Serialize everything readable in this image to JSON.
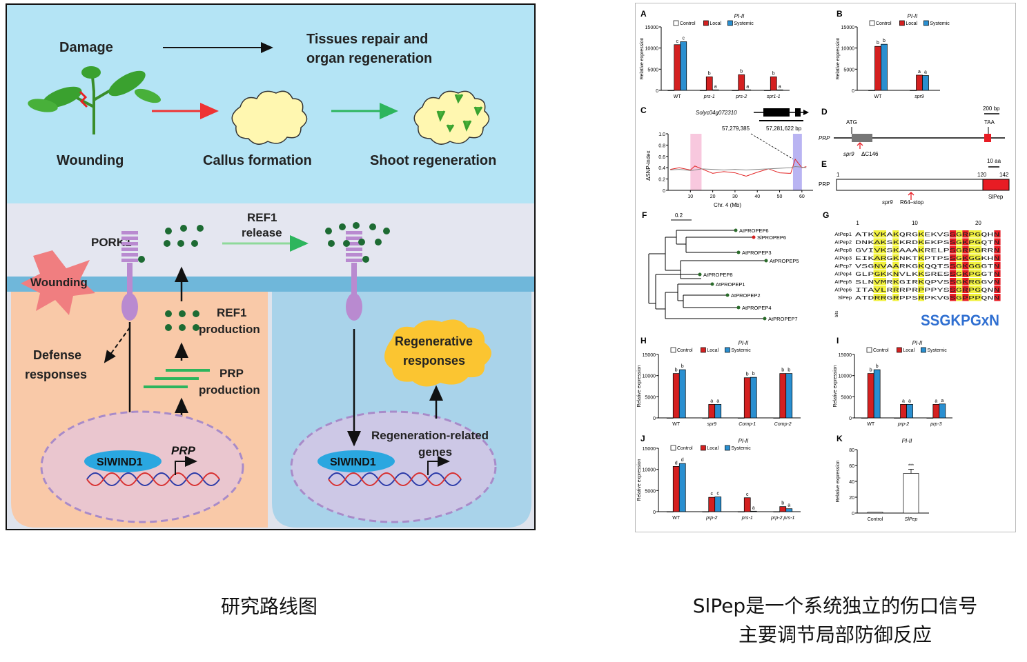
{
  "left_diagram": {
    "labels": {
      "damage": "Damage",
      "tissues_repair_line1": "Tissues repair and",
      "tissues_repair_line2": "organ regeneration",
      "wounding_stage": "Wounding",
      "callus_formation": "Callus formation",
      "shoot_regeneration": "Shoot regeneration",
      "ref1_release_line1": "REF1",
      "ref1_release_line2": "release",
      "pork1": "PORK1",
      "wounding_star": "Wounding",
      "ref1_production_line1": "REF1",
      "ref1_production_line2": "production",
      "defense_line1": "Defense",
      "defense_line2": "responses",
      "prp_production_line1": "PRP",
      "prp_production_line2": "production",
      "regenerative_line1": "Regenerative",
      "regenerative_line2": "responses",
      "regen_genes_line1": "Regeneration-related",
      "regen_genes_line2": "genes",
      "slwind1_left": "SlWIND1",
      "slwind1_right": "SlWIND1",
      "prp_gene": "PRP"
    },
    "colors": {
      "top_bg": "#b4e4f5",
      "left_cell": "#f9c9a8",
      "right_cell": "#a9d3ea",
      "membrane": "#6fb7da",
      "dot": "#1d6b33"
    }
  },
  "right_figure": {
    "panels": {
      "A": {
        "letter": "A",
        "chart_data": {
          "type": "bar",
          "title": "PI-II",
          "ylabel": "Relative expression",
          "ylim": [
            0,
            15000
          ],
          "yticks": [
            "15000",
            "10000",
            "5000",
            "0"
          ],
          "categories": [
            "WT",
            "prs-1",
            "prs-2",
            "spr1-1"
          ],
          "series": [
            {
              "name": "Control",
              "values": [
                0,
                0,
                0,
                0
              ]
            },
            {
              "name": "Local",
              "values": [
                10800,
                3200,
                3700,
                3200
              ]
            },
            {
              "name": "Systemic",
              "values": [
                11500,
                120,
                120,
                120
              ]
            }
          ],
          "letters": [
            [
              "c",
              "c"
            ],
            [
              "b",
              "a"
            ],
            [
              "b",
              "a"
            ],
            [
              "b",
              "a"
            ]
          ]
        }
      },
      "B": {
        "letter": "B",
        "chart_data": {
          "type": "bar",
          "title": "PI-II",
          "ylabel": "Relative expression",
          "ylim": [
            0,
            15000
          ],
          "yticks": [
            "15000",
            "10000",
            "5000",
            "0"
          ],
          "categories": [
            "WT",
            "spr9"
          ],
          "series": [
            {
              "name": "Control",
              "values": [
                0,
                0
              ]
            },
            {
              "name": "Local",
              "values": [
                10400,
                3600
              ]
            },
            {
              "name": "Systemic",
              "values": [
                10900,
                3500
              ]
            }
          ],
          "letters": [
            [
              "b",
              "b"
            ],
            [
              "a",
              "a"
            ]
          ]
        }
      },
      "C": {
        "letter": "C",
        "gene": "Solyc04g072310",
        "coord_left": "57,279,385",
        "coord_right": "57,281,622 bp",
        "ylabel": "ΔSNP-index",
        "xlabel": "Chr. 4 (Mb)",
        "xticks": [
          "10",
          "20",
          "30",
          "40",
          "50",
          "60"
        ],
        "yticks": [
          "1.0",
          "0.8",
          "0.6",
          "0.4",
          "0.2",
          "0"
        ],
        "chart_data": {
          "type": "line",
          "x": [
            1,
            5,
            10,
            12,
            15,
            20,
            25,
            30,
            35,
            40,
            45,
            50,
            55,
            57,
            60,
            62
          ],
          "series": [
            {
              "name": "",
              "values": [
                0.37,
                0.4,
                0.36,
                0.43,
                0.38,
                0.3,
                0.33,
                0.31,
                0.25,
                0.32,
                0.38,
                0.31,
                0.3,
                0.55,
                0.4,
                0.42
              ]
            },
            {
              "name": "",
              "values": [
                0.36,
                0.37,
                0.35,
                0.36,
                0.38,
                0.37,
                0.36,
                0.37,
                0.36,
                0.37,
                0.38,
                0.39,
                0.4,
                0.42,
                0.41,
                0.4
              ]
            }
          ],
          "xlim": [
            0,
            65
          ],
          "ylim": [
            0,
            1.0
          ]
        }
      },
      "D": {
        "letter": "D",
        "scale": "200 bp",
        "atg": "ATG",
        "taa": "TAA",
        "gene": "PRP",
        "mutation_allele": "spr9",
        "mutation": "ΔC146"
      },
      "E": {
        "letter": "E",
        "scale": "10 aa",
        "gene": "PRP",
        "pos_start": "1",
        "pos_120": "120",
        "pos_142": "142",
        "mutation_allele": "spr9",
        "mutation": "R64–stop",
        "peptide": "SlPep"
      },
      "F": {
        "letter": "F",
        "scale": "0.2",
        "leaves": [
          "AtPROPEP6",
          "SlPROPEP6",
          "AtPROPEP3",
          "AtPROPEP5",
          "AtPROPEP8",
          "AtPROPEP1",
          "AtPROPEP2",
          "AtPROPEP4",
          "AtPROPEP7"
        ]
      },
      "G": {
        "letter": "G",
        "ticks": [
          "1",
          "10",
          "20"
        ],
        "names": [
          "AtPep1",
          "AtPep2",
          "AtPep8",
          "AtPep3",
          "AtPep7",
          "AtPep4",
          "AtPep5",
          "AtPep6",
          "SlPep"
        ],
        "sequences": [
          "ATKVKAKQRGKEKVSSGRPGQHN",
          "DNKAKSKKRDKEKPSSGKPGQTN",
          "GVIVKSKAAAKRELPSGRPGRRN",
          "EIKARGKNKTKPTPSSGKGGKHN",
          "VSGNVAARKGKQQTSSGKGGGTN",
          "GLPGKKNVLKKSRESSGKPGGTN",
          "SLNVMRKGIRKQPVSSGKRGGVN",
          "ITAVLRRRPRPPPYSSGRPGQNN",
          "ATDRRGRPPSRPKVGSGPPPQNN"
        ],
        "logo": "SSGKPGxN",
        "logo_ylabel": "bits"
      },
      "H": {
        "letter": "H",
        "chart_data": {
          "type": "bar",
          "title": "PI-II",
          "ylabel": "Relative expression",
          "ylim": [
            0,
            15000
          ],
          "yticks": [
            "15000",
            "10000",
            "5000",
            "0"
          ],
          "categories": [
            "WT",
            "spr9",
            "Comp-1",
            "Comp-2"
          ],
          "series": [
            {
              "name": "Control",
              "values": [
                0,
                0,
                0,
                0
              ]
            },
            {
              "name": "Local",
              "values": [
                10500,
                3200,
                9500,
                10500
              ]
            },
            {
              "name": "Systemic",
              "values": [
                11400,
                3200,
                9600,
                10500
              ]
            }
          ],
          "letters": [
            [
              "b",
              "b"
            ],
            [
              "a",
              "a"
            ],
            [
              "b",
              "b"
            ],
            [
              "b",
              "b"
            ]
          ]
        }
      },
      "I": {
        "letter": "I",
        "chart_data": {
          "type": "bar",
          "title": "PI-II",
          "ylabel": "Relative expression",
          "ylim": [
            0,
            15000
          ],
          "yticks": [
            "15000",
            "10000",
            "5000",
            "0"
          ],
          "categories": [
            "WT",
            "prp-2",
            "prp-3"
          ],
          "series": [
            {
              "name": "Control",
              "values": [
                0,
                0,
                0
              ]
            },
            {
              "name": "Local",
              "values": [
                10500,
                3200,
                3200
              ]
            },
            {
              "name": "Systemic",
              "values": [
                11400,
                3200,
                3300
              ]
            }
          ],
          "letters": [
            [
              "b",
              "b"
            ],
            [
              "a",
              "a"
            ],
            [
              "a",
              "a"
            ]
          ]
        }
      },
      "J": {
        "letter": "J",
        "chart_data": {
          "type": "bar",
          "title": "PI-II",
          "ylabel": "Relative expression",
          "ylim": [
            0,
            15000
          ],
          "yticks": [
            "15000",
            "10000",
            "5000",
            "0"
          ],
          "categories": [
            "WT",
            "prp-2",
            "prs-1",
            "prp-2 prs-1"
          ],
          "series": [
            {
              "name": "Control",
              "values": [
                0,
                0,
                0,
                0
              ]
            },
            {
              "name": "Local",
              "values": [
                10700,
                3400,
                3300,
                1200
              ]
            },
            {
              "name": "Systemic",
              "values": [
                11400,
                3500,
                120,
                700
              ]
            }
          ],
          "letters": [
            [
              "d",
              "d"
            ],
            [
              "c",
              "c"
            ],
            [
              "c",
              "a"
            ],
            [
              "b",
              "a"
            ]
          ]
        }
      },
      "K": {
        "letter": "K",
        "chart_data": {
          "type": "bar",
          "title": "PI-II",
          "ylabel": "Relative expression",
          "ylim": [
            0,
            80
          ],
          "yticks": [
            "80",
            "60",
            "40",
            "20",
            "0"
          ],
          "categories": [
            "Control",
            "SlPep"
          ],
          "series": [
            {
              "name": "",
              "values": [
                1,
                50
              ]
            }
          ],
          "significance": "***"
        }
      }
    },
    "legend": [
      "Control",
      "Local",
      "Systemic"
    ],
    "colors": {
      "control": "#ffffff",
      "local": "#d42020",
      "systemic": "#2a8fd0"
    }
  },
  "captions": {
    "left": "研究路线图",
    "right_line1": "SlPep是一个系统独立的伤口信号",
    "right_line2": "主要调节局部防御反应"
  }
}
